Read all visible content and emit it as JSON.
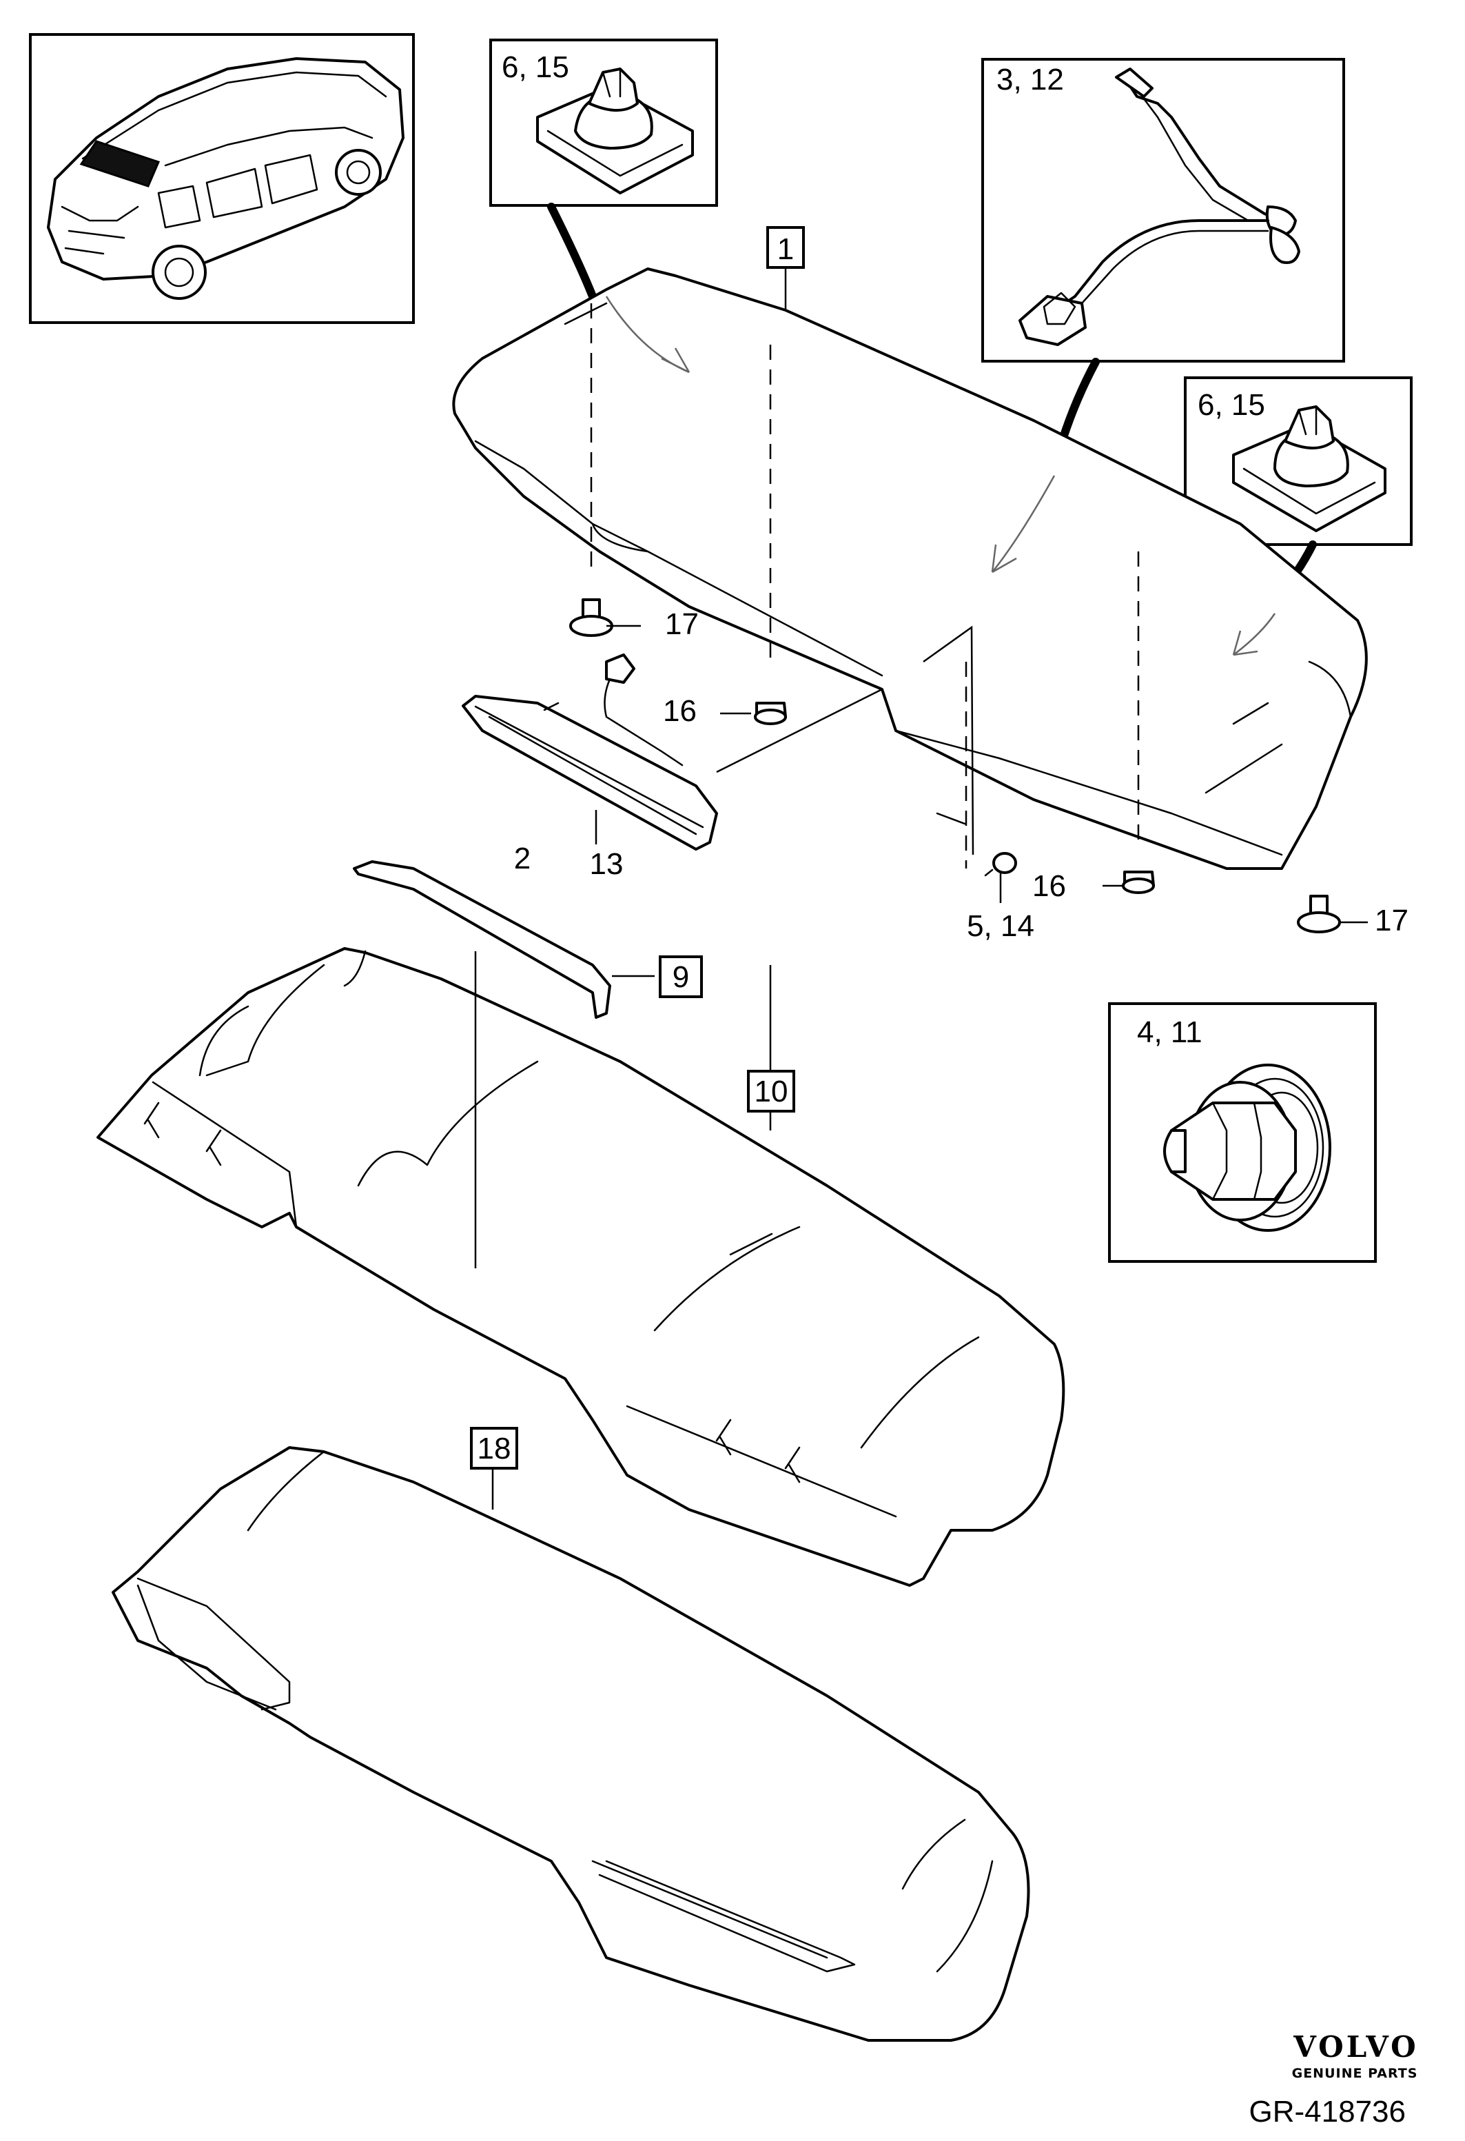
{
  "callouts": {
    "c1": "1",
    "c2": "2",
    "c9": "9",
    "c10": "10",
    "c13": "13",
    "c16a": "16",
    "c16b": "16",
    "c17a": "17",
    "c17b": "17",
    "c18": "18",
    "c5_14": "5, 14"
  },
  "insets": {
    "clip_left": "6, 15",
    "clip_right": "6, 15",
    "hose": "3, 12",
    "grommet": "4, 11"
  },
  "brand": {
    "name": "VOLVO",
    "tagline": "GENUINE PARTS"
  },
  "reference": "GR-418736"
}
